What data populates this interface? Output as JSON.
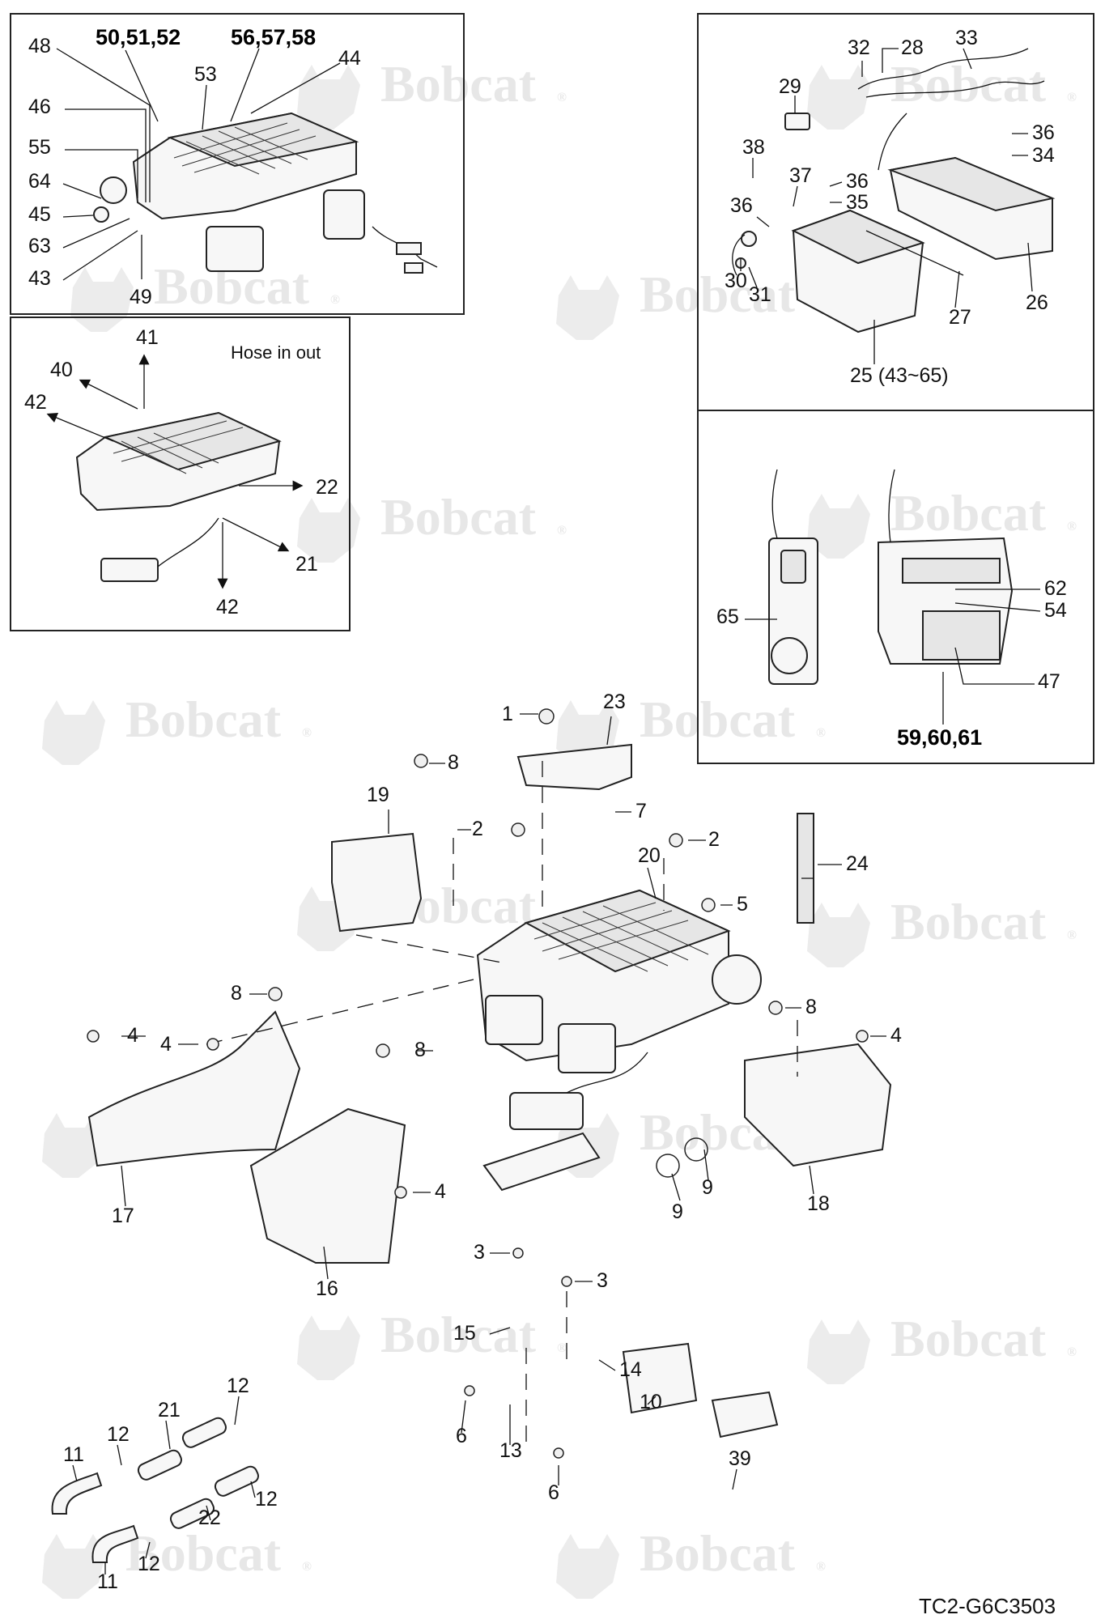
{
  "watermark": {
    "brand": "Bobcat",
    "reg": "®"
  },
  "diagram_code": "TC2-G6C3503",
  "panel_hose": {
    "title": "Hose in out"
  },
  "panel_top_left": {
    "group_a": {
      "n1": "50",
      "n2": "51",
      "n3": "52"
    },
    "group_b": {
      "n1": "56",
      "n2": "57",
      "n3": "58"
    },
    "labels": [
      "48",
      "44",
      "53",
      "46",
      "55",
      "64",
      "45",
      "63",
      "43",
      "49"
    ]
  },
  "panel_hose_labels": [
    "41",
    "40",
    "42",
    "22",
    "21",
    "42"
  ],
  "panel_top_right": {
    "labels": [
      "32",
      "28",
      "33",
      "29",
      "36",
      "34",
      "38",
      "37",
      "36",
      "35",
      "36",
      "30",
      "31",
      "27",
      "26"
    ],
    "assembly": "25 (43~65)"
  },
  "panel_mid_right": {
    "labels": [
      "62",
      "54",
      "65",
      "47"
    ],
    "group": {
      "n1": "59",
      "n2": "60",
      "n3": "61"
    }
  },
  "main_labels": [
    "1",
    "23",
    "8",
    "19",
    "2",
    "7",
    "2",
    "20",
    "24",
    "5",
    "8",
    "4",
    "4",
    "8",
    "8",
    "4",
    "4",
    "17",
    "9",
    "9",
    "18",
    "16",
    "3",
    "3",
    "15",
    "14",
    "12",
    "21",
    "12",
    "11",
    "12",
    "22",
    "12",
    "11",
    "6",
    "13",
    "10",
    "6",
    "39"
  ],
  "group_separator": ","
}
